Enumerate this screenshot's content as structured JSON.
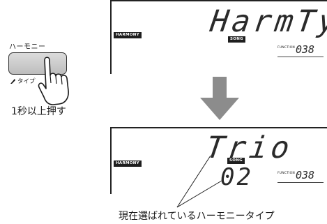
{
  "button": {
    "top_label": "ハーモニー",
    "sub_label": "タイプ",
    "instruction": "1秒以上押す"
  },
  "display_before": {
    "main_text": "HarmType",
    "harmony_badge": "HARMONY",
    "song_badge": "SONG",
    "function_label": "FUNCTION",
    "function_number": "038"
  },
  "display_after": {
    "main_text": "Trio",
    "harmony_badge": "HARMONY",
    "song_badge": "SONG",
    "value": "02",
    "function_label": "FUNCTION",
    "function_number": "038"
  },
  "caption": "現在選ばれているハーモニータイプ",
  "colors": {
    "arrow": "#8c8c8c",
    "button_fill": "#c9c9c9",
    "lcd_text": "#2a2a2a",
    "badge": "#1e1e1e"
  }
}
